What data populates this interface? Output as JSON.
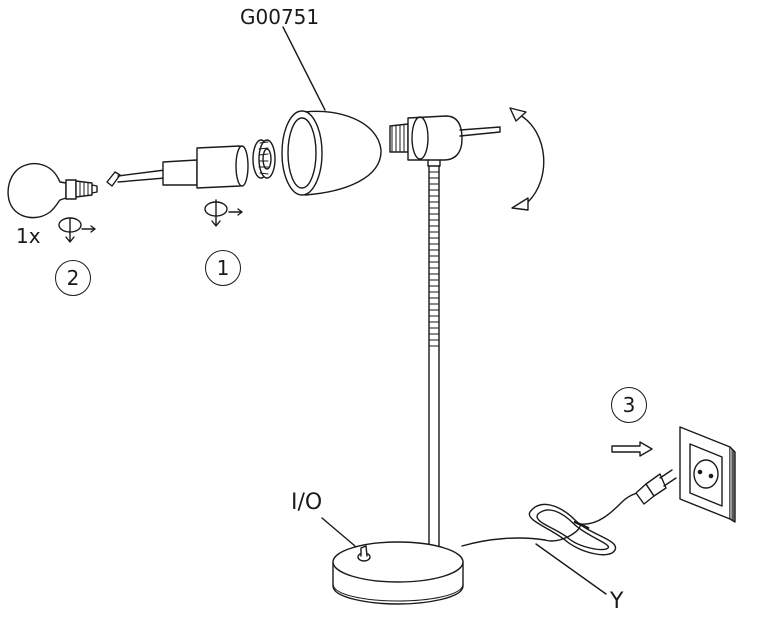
{
  "model_code": "G00751",
  "bulb_quantity": "1x",
  "steps": [
    {
      "number": "1"
    },
    {
      "number": "2"
    },
    {
      "number": "3"
    }
  ],
  "switch_label": "I/O",
  "cord_label": "Y"
}
